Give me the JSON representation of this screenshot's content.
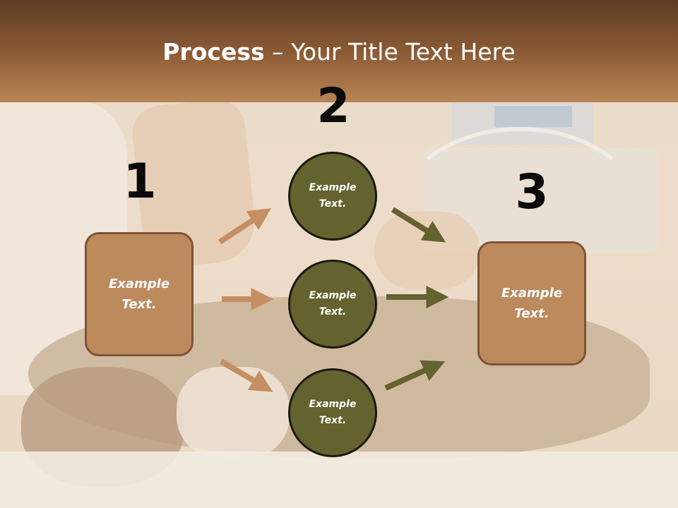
{
  "title": {
    "bold": "Process",
    "rest": " – Your Title Text Here"
  },
  "numbers": {
    "one": "1",
    "two": "2",
    "three": "3"
  },
  "steps": {
    "left": "Example Text.",
    "circle_top": "Example Text.",
    "circle_mid": "Example Text.",
    "circle_bottom": "Example Text.",
    "right": "Example Text."
  },
  "colors": {
    "header": "#8a5a35",
    "box_fill": "#bd8a5e",
    "circle_fill": "#646330",
    "arrow_left": "#c48f62",
    "arrow_right": "#646330"
  }
}
